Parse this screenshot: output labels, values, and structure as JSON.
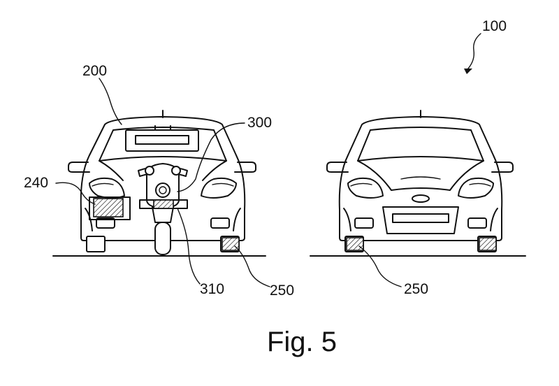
{
  "labels": {
    "fig_ref": "100",
    "car_left": "200",
    "camera_ref": "300",
    "sensor_ref": "240",
    "marker_ref": "310",
    "wheel_left": "250",
    "wheel_right": "250"
  },
  "caption": "Fig. 5",
  "colors": {
    "line": "#111111",
    "background": "#ffffff"
  }
}
